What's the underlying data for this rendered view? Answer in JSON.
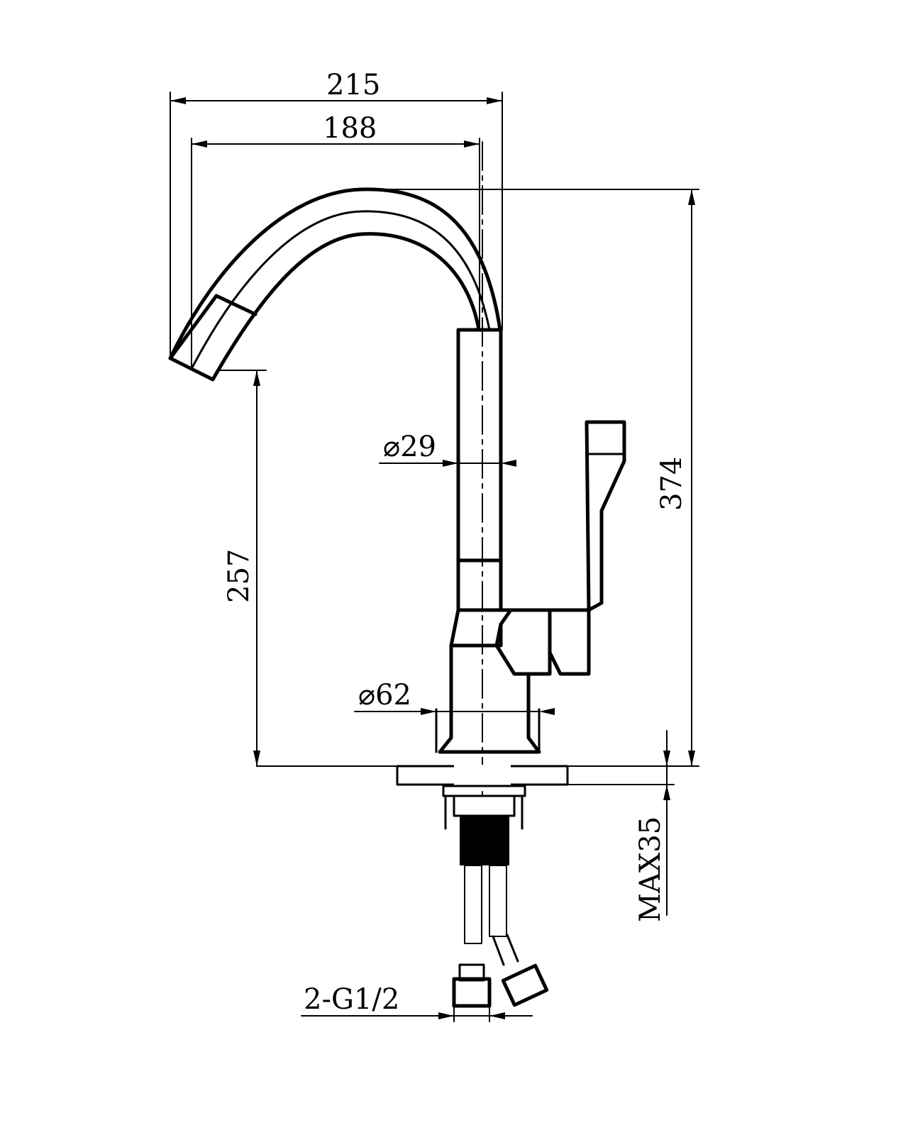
{
  "dimensions": {
    "overall_width": "215",
    "spout_reach": "188",
    "total_height": "374",
    "spout_height": "257",
    "body_diameter": "⌀29",
    "base_diameter": "⌀62",
    "deck_thickness": "MAX35",
    "connection": "2-G1/2"
  },
  "colors": {
    "line": "#000000",
    "background": "#ffffff"
  }
}
